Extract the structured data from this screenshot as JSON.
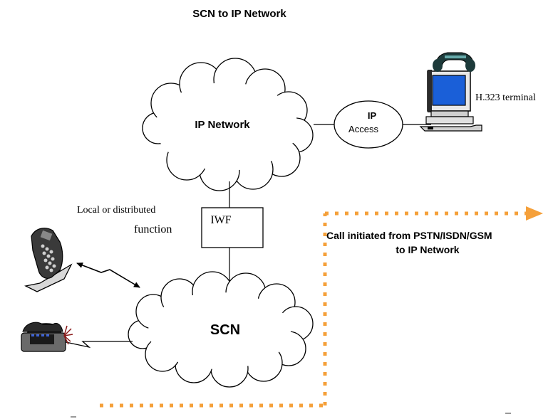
{
  "title": "SCN to IP Network",
  "ip_network": {
    "label": "IP Network"
  },
  "ip_access": {
    "line1": "IP",
    "line2": "Access"
  },
  "terminal": {
    "label": "H.323 terminal"
  },
  "iwf": {
    "label": "IWF"
  },
  "function_note": {
    "line1": "Local or distributed",
    "line2": "function"
  },
  "scn": {
    "label": "SCN"
  },
  "call_flow": {
    "line1": "Call initiated from PSTN/ISDN/GSM",
    "line2": "to IP Network"
  },
  "colors": {
    "dotted_path": "#f5a03a",
    "lines": "#000000",
    "screen": "#1a5fd8",
    "phone": "#3a3a3a",
    "cord": "#8b1a1a"
  },
  "icons": [
    "desktop-computer-icon",
    "telephone-handset-icon",
    "mobile-phone-icon",
    "desk-telephone-icon"
  ]
}
